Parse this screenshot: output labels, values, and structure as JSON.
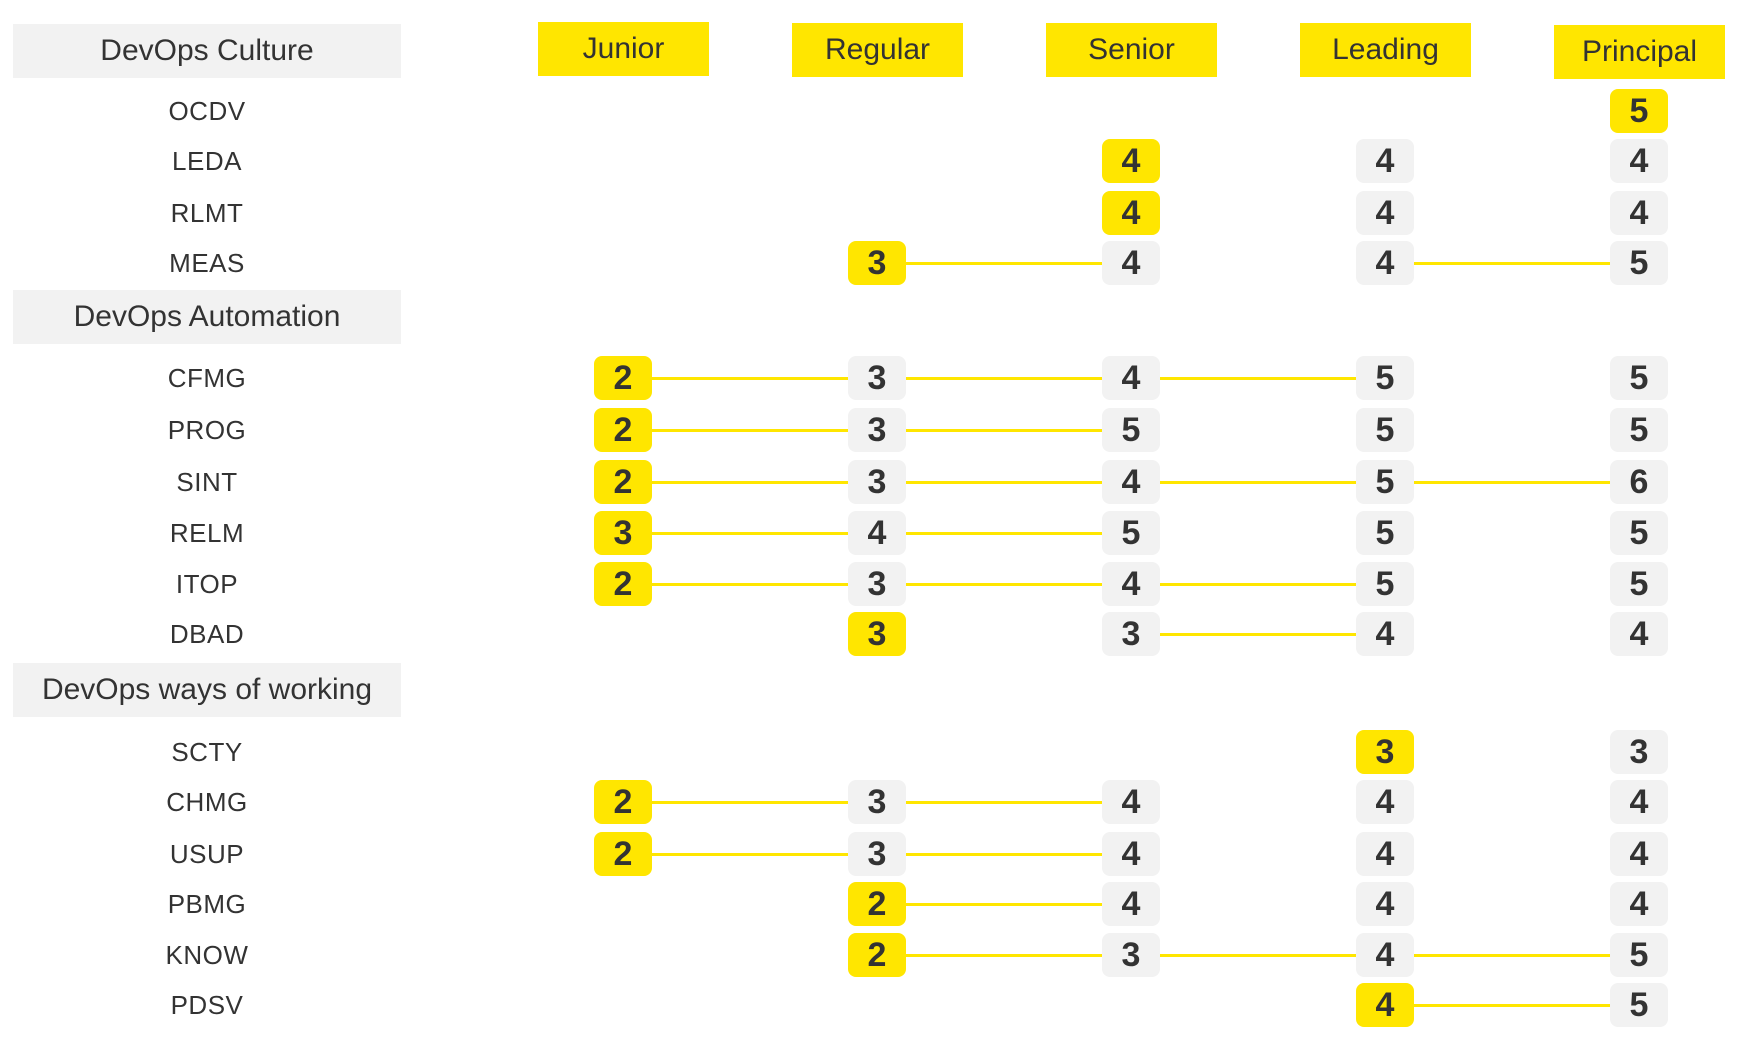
{
  "colors": {
    "accent": "#ffe600",
    "neutral_bg": "#f2f2f2",
    "text": "#333333"
  },
  "levels": [
    "Junior",
    "Regular",
    "Senior",
    "Leading",
    "Principal"
  ],
  "categories": [
    {
      "name": "DevOps Culture",
      "skills": [
        {
          "code": "OCDV",
          "values": [
            null,
            null,
            null,
            null,
            5
          ],
          "start": 4
        },
        {
          "code": "LEDA",
          "values": [
            null,
            null,
            4,
            4,
            4
          ],
          "start": 2
        },
        {
          "code": "RLMT",
          "values": [
            null,
            null,
            4,
            4,
            4
          ],
          "start": 2
        },
        {
          "code": "MEAS",
          "values": [
            null,
            3,
            4,
            4,
            5
          ],
          "start": 1
        }
      ]
    },
    {
      "name": "DevOps Automation",
      "skills": [
        {
          "code": "CFMG",
          "values": [
            2,
            3,
            4,
            5,
            5
          ],
          "start": 0
        },
        {
          "code": "PROG",
          "values": [
            2,
            3,
            5,
            5,
            5
          ],
          "start": 0
        },
        {
          "code": "SINT",
          "values": [
            2,
            3,
            4,
            5,
            6
          ],
          "start": 0
        },
        {
          "code": "RELM",
          "values": [
            3,
            4,
            5,
            5,
            5
          ],
          "start": 0
        },
        {
          "code": "ITOP",
          "values": [
            2,
            3,
            4,
            5,
            5
          ],
          "start": 0
        },
        {
          "code": "DBAD",
          "values": [
            null,
            3,
            3,
            4,
            4
          ],
          "start": 1
        }
      ]
    },
    {
      "name": "DevOps ways of working",
      "skills": [
        {
          "code": "SCTY",
          "values": [
            null,
            null,
            null,
            3,
            3
          ],
          "start": 3
        },
        {
          "code": "CHMG",
          "values": [
            2,
            3,
            4,
            4,
            4
          ],
          "start": 0
        },
        {
          "code": "USUP",
          "values": [
            2,
            3,
            4,
            4,
            4
          ],
          "start": 0
        },
        {
          "code": "PBMG",
          "values": [
            null,
            2,
            4,
            4,
            4
          ],
          "start": 1
        },
        {
          "code": "KNOW",
          "values": [
            null,
            2,
            3,
            4,
            5
          ],
          "start": 1
        },
        {
          "code": "PDSV",
          "values": [
            null,
            null,
            null,
            4,
            5
          ],
          "start": 3
        }
      ]
    }
  ]
}
